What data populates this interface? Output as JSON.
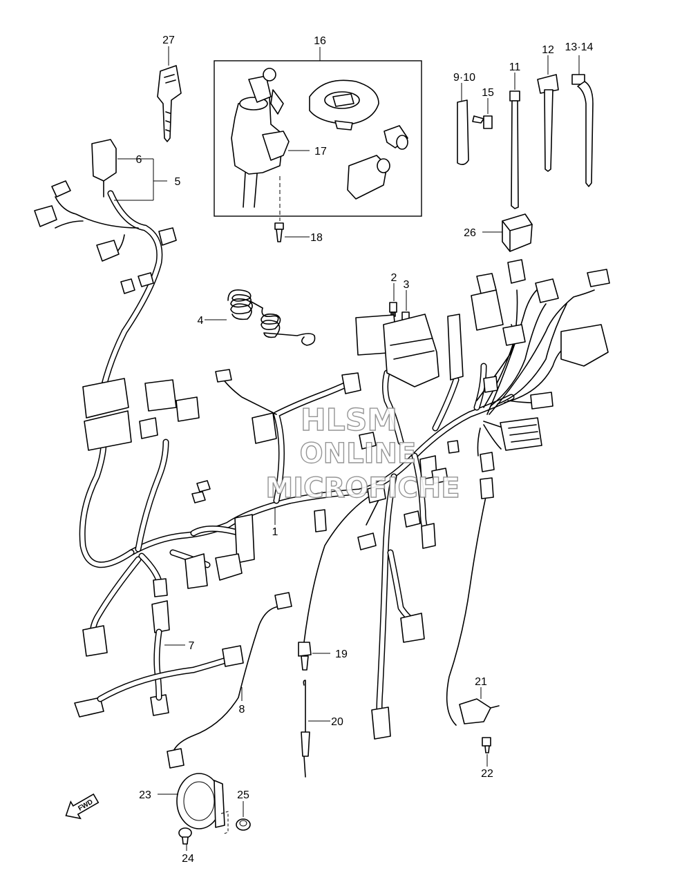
{
  "watermark": {
    "line1": "HLSM",
    "line2": "ONLINE",
    "line3": "MICROFICHE"
  },
  "fwd_label": "FWD",
  "callouts": [
    {
      "id": "c1",
      "text": "1"
    },
    {
      "id": "c2",
      "text": "2"
    },
    {
      "id": "c3",
      "text": "3"
    },
    {
      "id": "c4",
      "text": "4"
    },
    {
      "id": "c5",
      "text": "5"
    },
    {
      "id": "c6",
      "text": "6"
    },
    {
      "id": "c7",
      "text": "7"
    },
    {
      "id": "c8",
      "text": "8"
    },
    {
      "id": "c9_10",
      "text": "9·10"
    },
    {
      "id": "c11",
      "text": "11"
    },
    {
      "id": "c12",
      "text": "12"
    },
    {
      "id": "c13_14",
      "text": "13·14"
    },
    {
      "id": "c15",
      "text": "15"
    },
    {
      "id": "c16",
      "text": "16"
    },
    {
      "id": "c17",
      "text": "17"
    },
    {
      "id": "c18",
      "text": "18"
    },
    {
      "id": "c19",
      "text": "19"
    },
    {
      "id": "c20",
      "text": "20"
    },
    {
      "id": "c21",
      "text": "21"
    },
    {
      "id": "c22",
      "text": "22"
    },
    {
      "id": "c23",
      "text": "23"
    },
    {
      "id": "c24",
      "text": "24"
    },
    {
      "id": "c25",
      "text": "25"
    },
    {
      "id": "c26",
      "text": "26"
    },
    {
      "id": "c27",
      "text": "27"
    }
  ]
}
